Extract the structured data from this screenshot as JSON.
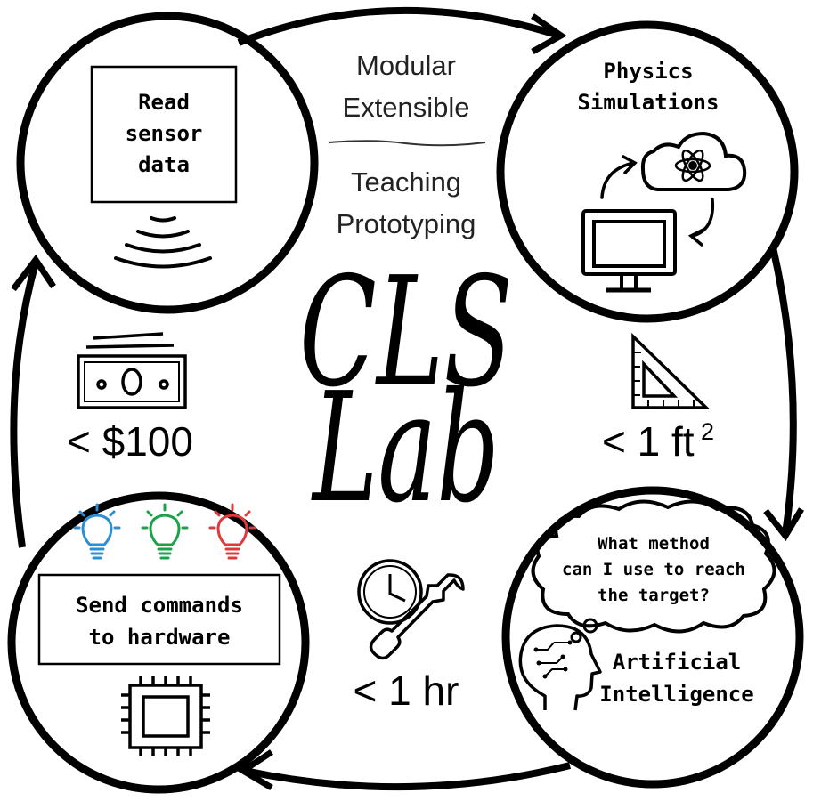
{
  "colors": {
    "ink": "#000000",
    "subtle_text": "#222222",
    "bulb_blue": "#2b8fd6",
    "bulb_green": "#1aa34a",
    "bulb_red": "#e0393b"
  },
  "center": {
    "line1": "CLS",
    "line2": "Lab"
  },
  "top_text": {
    "line1": "Modular",
    "line2": "Extensible",
    "line3": "Teaching",
    "line4": "Prototyping"
  },
  "sensor": {
    "line1": "Read",
    "line2": "sensor",
    "line3": "data"
  },
  "physics": {
    "line1": "Physics",
    "line2": "Simulations"
  },
  "hardware": {
    "line1": "Send commands",
    "line2": "to hardware"
  },
  "ai": {
    "thought1": "What method",
    "thought2": "can I use to reach",
    "thought3": "the target?",
    "line1": "Artificial",
    "line2": "Intelligence"
  },
  "metrics": {
    "cost": "< $100",
    "size": "< 1 ft",
    "size_sup": "2",
    "time": "< 1 hr"
  },
  "icons": [
    "sound-wave-icon",
    "cloud-atom-icon",
    "monitor-icon",
    "cycle-arrows-icon",
    "money-icon",
    "set-square-icon",
    "clock-icon",
    "wrench-icon",
    "lightbulb-icon",
    "chip-icon",
    "ai-head-icon",
    "thought-bubble-icon"
  ]
}
